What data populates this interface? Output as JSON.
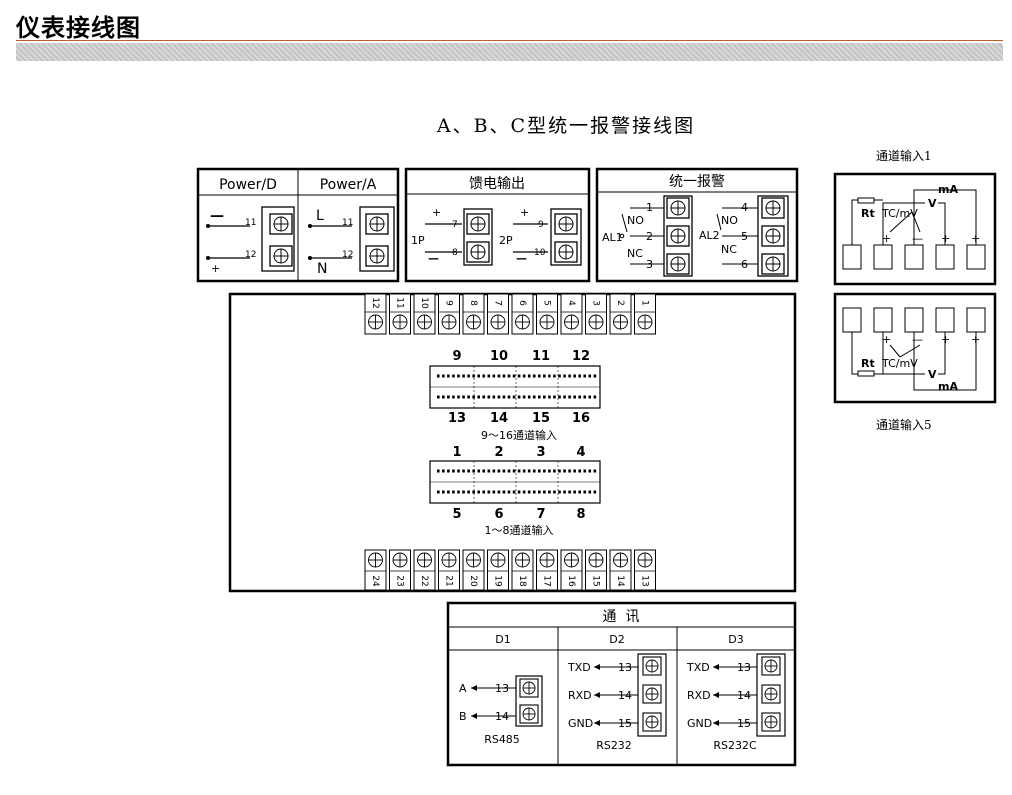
{
  "page": {
    "title": "仪表接线图"
  },
  "diagram": {
    "title": "A、B、C型统一报警接线图"
  },
  "power": {
    "d_label": "Power/D",
    "a_label": "Power/A",
    "d_minus": "—",
    "d_plus": "+",
    "a_l": "L",
    "a_n": "N",
    "t11": "11",
    "t12": "12"
  },
  "feed": {
    "title": "馈电输出",
    "p1": "1P",
    "p2": "2P",
    "plus": "+",
    "minus": "—",
    "t7": "7",
    "t8": "8",
    "t9": "9",
    "t10": "10"
  },
  "alarm": {
    "title": "统一报警",
    "al1": "AL1",
    "al2": "AL2",
    "no": "NO",
    "nc": "NC",
    "t1": "1",
    "t2": "2",
    "t3": "3",
    "t4": "4",
    "t5": "5",
    "t6": "6"
  },
  "input1": {
    "caption": "通道输入1",
    "ma": "mA",
    "v": "V",
    "rt": "Rt",
    "tc": "TC/mV",
    "plus": "+",
    "minus": "—"
  },
  "input5": {
    "caption": "通道输入5",
    "ma": "mA",
    "v": "V",
    "rt": "Rt",
    "tc": "TC/mV",
    "plus": "+",
    "minus": "—"
  },
  "rear": {
    "top_terms": [
      "12",
      "11",
      "10",
      "9",
      "8",
      "7",
      "6",
      "5",
      "4",
      "3",
      "2",
      "1"
    ],
    "bottom_terms": [
      "24",
      "23",
      "22",
      "21",
      "20",
      "19",
      "18",
      "17",
      "16",
      "15",
      "14",
      "13"
    ],
    "conn_upper_top": [
      "9",
      "10",
      "11",
      "12"
    ],
    "conn_upper_bottom": [
      "13",
      "14",
      "15",
      "16"
    ],
    "conn_upper_caption": "9～16通道输入",
    "conn_lower_top": [
      "1",
      "2",
      "3",
      "4"
    ],
    "conn_lower_bottom": [
      "5",
      "6",
      "7",
      "8"
    ],
    "conn_lower_caption": "1～8通道输入"
  },
  "comm": {
    "title": "通  讯",
    "d1": "D1",
    "d2": "D2",
    "d3": "D3",
    "a": "A",
    "b": "B",
    "txd": "TXD",
    "rxd": "RXD",
    "gnd": "GND",
    "t13": "13",
    "t14": "14",
    "t15": "15",
    "rs485": "RS485",
    "rs232": "RS232",
    "rs232c": "RS232C"
  }
}
